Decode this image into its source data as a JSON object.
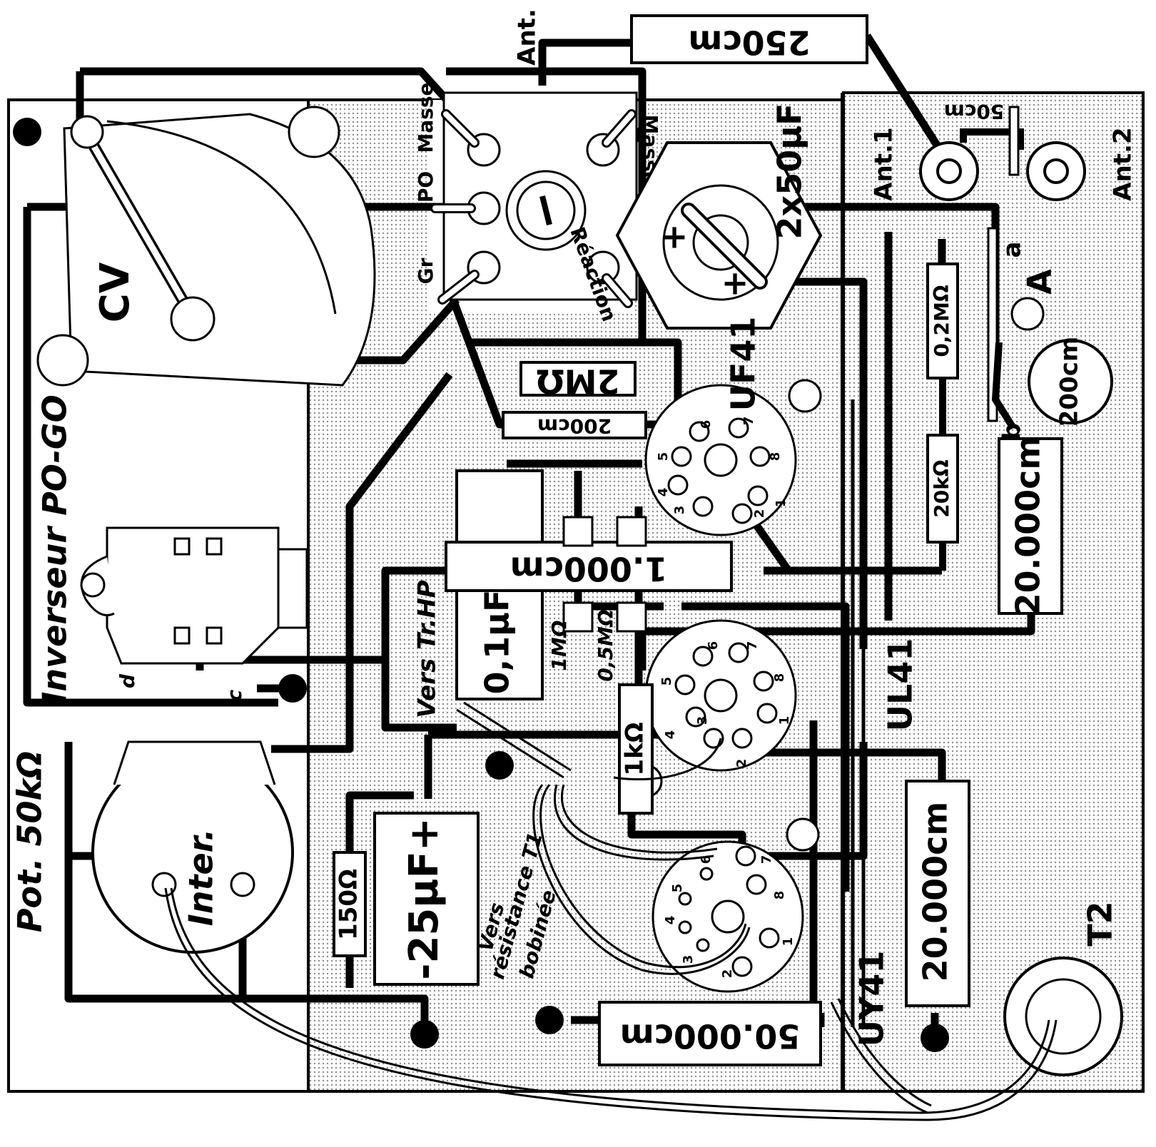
{
  "labels": {
    "ant": "Ant.",
    "cap_250cm": "250cm",
    "ant1": "Ant.1",
    "ant2": "Ant.2",
    "cap_50cm": "50cm",
    "masse_left": "Masse",
    "masse_right": "Masse",
    "po": "PO",
    "gr": "Gr",
    "reaction": "Réaction",
    "cv": "CV",
    "elco_2x50": "2x50µF",
    "plus": "+",
    "inverseur": "Inverseur PO-GO",
    "inverseur_d": "d",
    "inverseur_c": "c",
    "res_2m": "2MΩ",
    "cap_200cm_small": "200cm",
    "uf41": "UF41",
    "ul41": "UL41",
    "uy41": "UY41",
    "res_02m": "0,2MΩ",
    "point_a": "a",
    "point_A": "A",
    "point_b": "b",
    "cap_200cm_disc": "200cm",
    "res_20k": "20kΩ",
    "cap_20000_top": "20.000cm",
    "cap_1000": "1.000cm",
    "cap_01uf": "0,1µF",
    "res_1m": "1MΩ",
    "res_05m": "0,5MΩ",
    "vers_tr_hp": "Vers Tr.HP",
    "res_1k": "1kΩ",
    "pot_50k": "Pot. 50kΩ",
    "inter": "Inter.",
    "res_150": "150Ω",
    "elco_25": "-25µF+",
    "vers_resistance": [
      "Vers",
      "résistance T1",
      "bobinée"
    ],
    "cap_20000_bottom": "20.000cm",
    "t2": "T2",
    "cap_50000": "50.000cm",
    "tube_pins": [
      "1",
      "2",
      "3",
      "4",
      "5",
      "6",
      "7",
      "8"
    ]
  },
  "colors": {
    "ink": "#000000",
    "paper": "#ffffff",
    "chassis_shade": "#d9d9d9"
  }
}
